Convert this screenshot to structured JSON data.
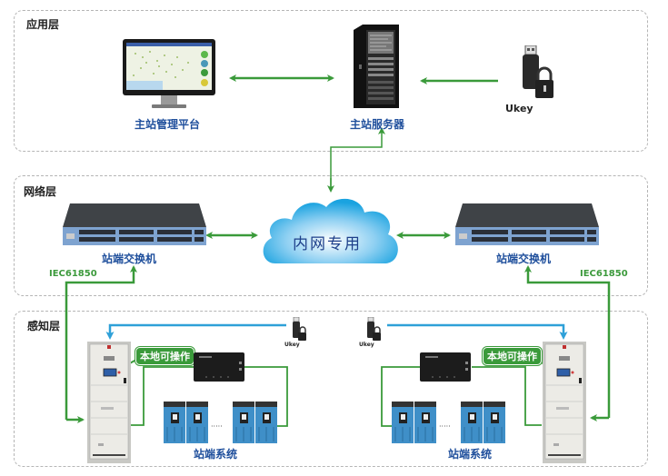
{
  "layers": {
    "application": "应用层",
    "network": "网络层",
    "perception": "感知层"
  },
  "devices": {
    "master_platform": "主站管理平台",
    "master_server": "主站服务器",
    "ukey": "Ukey",
    "cloud": "内网专用",
    "switch_left": "站端交换机",
    "switch_right": "站端交换机",
    "station_system_left": "站端系统",
    "station_system_right": "站端系统",
    "ukey_small_left": "Ukey",
    "ukey_small_right": "Ukey"
  },
  "protocols": {
    "left": "IEC61850",
    "right": "IEC61850"
  },
  "badges": {
    "local_left": "本地可操作",
    "local_right": "本地可操作"
  },
  "colors": {
    "green_link": "#3a9a3a",
    "blue_link": "#2ea0d8",
    "label_blue": "#1f4f9c"
  }
}
